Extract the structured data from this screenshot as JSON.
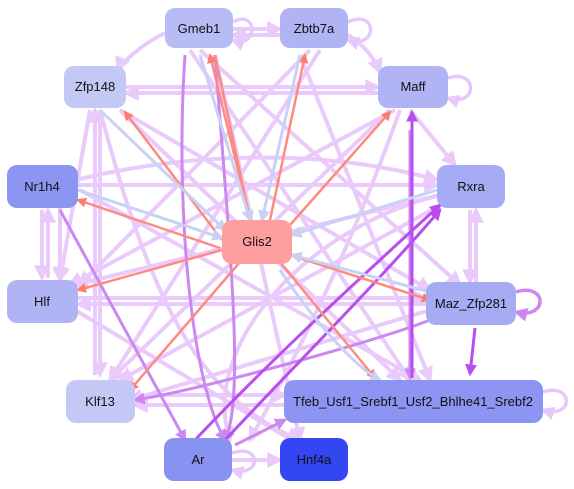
{
  "nodes": [
    {
      "id": "gmeb1",
      "label": "Gmeb1",
      "color": "#b8bcf4"
    },
    {
      "id": "zbtb7a",
      "label": "Zbtb7a",
      "color": "#b0b4f5"
    },
    {
      "id": "zfp148",
      "label": "Zfp148",
      "color": "#c4c8f5"
    },
    {
      "id": "maff",
      "label": "Maff",
      "color": "#b0b4f5"
    },
    {
      "id": "nr1h4",
      "label": "Nr1h4",
      "color": "#8c96f2"
    },
    {
      "id": "rxra",
      "label": "Rxra",
      "color": "#a6acf4"
    },
    {
      "id": "glis2",
      "label": "Glis2",
      "color": "#ff9e9e"
    },
    {
      "id": "hlf",
      "label": "Hlf",
      "color": "#b0b4f5"
    },
    {
      "id": "mazzfp281",
      "label": "Maz_Zfp281",
      "color": "#a6acf4"
    },
    {
      "id": "klf13",
      "label": "Klf13",
      "color": "#c4c8f5"
    },
    {
      "id": "tfeb",
      "label": "Tfeb_Usf1_Srebf1_Usf2_Bhlhe41_Srebf2",
      "color": "#8c96f2"
    },
    {
      "id": "ar",
      "label": "Ar",
      "color": "#8892f0"
    },
    {
      "id": "hnf4a",
      "label": "Hnf4a",
      "color": "#3346f2"
    }
  ],
  "edge_colors": {
    "lavender": "#e8c8fa",
    "violet": "#cc88f0",
    "purple": "#b84df0",
    "salmon": "#ff8a80",
    "pale_blue": "#c8d2f5"
  }
}
